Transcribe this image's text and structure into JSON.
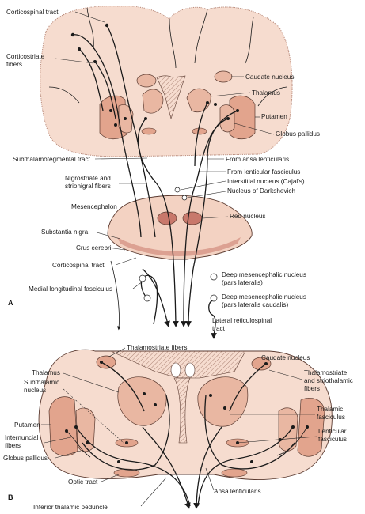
{
  "colors": {
    "tissue": "#f6dccf",
    "tissue_dark": "#e9b7a2",
    "nucleus": "#e2a48d",
    "red_nucleus": "#c8786b",
    "outline": "#5a3a30",
    "stipple": "#b98a7a"
  },
  "panel_a": {
    "panel_letter": "A",
    "labels": {
      "corticospinal_tract_top": "Corticospinal tract",
      "corticostriate_fibers_1": "Corticostriate",
      "corticostriate_fibers_2": "fibers",
      "caudate_nucleus": "Caudate nucleus",
      "thalamus": "Thalamus",
      "putamen": "Putamen",
      "globus_pallidus": "Globus pallidus",
      "subthalamotegmental_tract": "Subthalamotegmental tract",
      "from_ansa_lenticularis": "From ansa lenticularis",
      "nigrostriate_1": "Nigrostriate and",
      "nigrostriate_2": "strionigral fibers",
      "from_lenticular_fasciculus": "From lenticular fasciculus",
      "interstitial_nucleus": "Interstitial nucleus (Cajal's)",
      "nucleus_darkshevich": "Nucleus of Darkshevich",
      "mesencephalon": "Mesencephalon",
      "red_nucleus": "Red nucleus",
      "substantia_nigra": "Substantia nigra",
      "crus_cerebri": "Crus cerebri",
      "corticospinal_tract_low": "Corticospinal tract",
      "deep_mes_1": "Deep mesencephalic nucleus",
      "deep_mes_2": "(pars lateralis)",
      "medial_longitudinal_fasciculus": "Medial longitudinal fasciculus",
      "deep_mes_caud_1": "Deep mesencephalic nucleus",
      "deep_mes_caud_2": "(pars lateralis caudalis)",
      "lateral_reticulospinal_1": "Lateral reticulospinal",
      "lateral_reticulospinal_2": "tract"
    }
  },
  "panel_b": {
    "panel_letter": "B",
    "labels": {
      "thalamostriate_fibers": "Thalamostriate fibers",
      "caudate_nucleus": "Caudate nucleus",
      "thalamus": "Thalamus",
      "thalamostriate_striothalamic_1": "Thalamostriate",
      "thalamostriate_striothalamic_2": "and striothalamic",
      "thalamostriate_striothalamic_3": "fibers",
      "subthalamic_nucleus_1": "Subthalamic",
      "subthalamic_nucleus_2": "nucleus",
      "thalamic_fasciculus_1": "Thalamic",
      "thalamic_fasciculus_2": "fasciculus",
      "lenticular_fasciculus_1": "Lenticular",
      "lenticular_fasciculus_2": "fasciculus",
      "putamen": "Putamen",
      "internuncial_1": "Internuncial",
      "internuncial_2": "fibers",
      "globus_pallidus": "Globus pallidus",
      "optic_tract": "Optic tract",
      "ansa_lenticularis": "Ansa lenticularis",
      "inferior_thalamic_peduncle": "Inferior thalamic peduncle"
    }
  }
}
